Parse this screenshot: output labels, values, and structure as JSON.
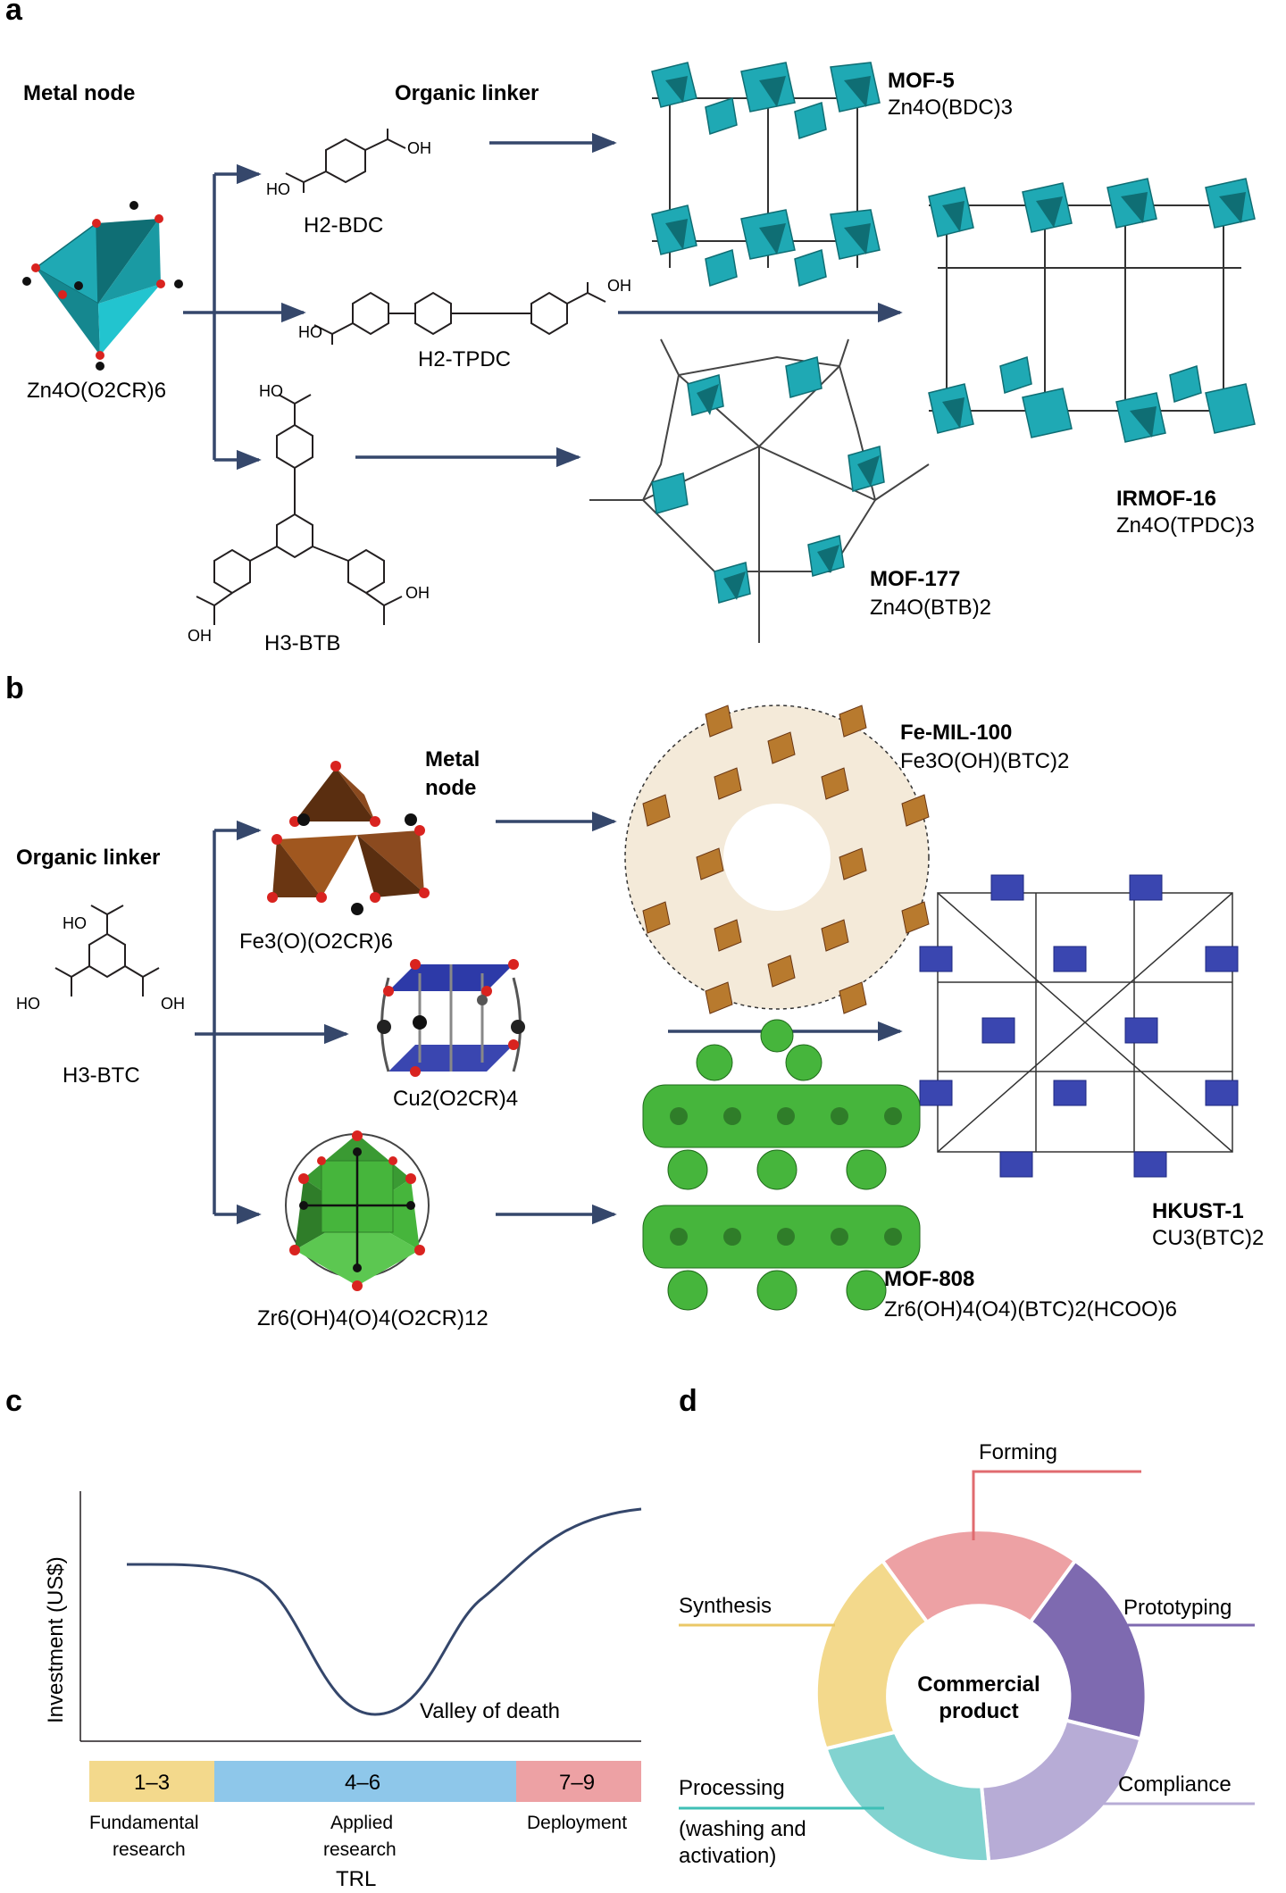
{
  "panels": {
    "a": "a",
    "b": "b",
    "c": "c",
    "d": "d"
  },
  "panel_a": {
    "metal_node_title": "Metal node",
    "organic_linker_title": "Organic linker",
    "node_formula": "Zn4O(O2CR)6",
    "linkers": [
      {
        "name": "H2-BDC",
        "oh": "OH",
        "ho": "HO"
      },
      {
        "name": "H2-TPDC",
        "oh": "OH",
        "ho": "HO"
      },
      {
        "name": "H3-BTB",
        "oh": "OH",
        "ho": "HO"
      }
    ],
    "mofs": [
      {
        "name": "MOF-5",
        "formula": "Zn4O(BDC)3"
      },
      {
        "name": "IRMOF-16",
        "formula": "Zn4O(TPDC)3"
      },
      {
        "name": "MOF-177",
        "formula": "Zn4O(BTB)2"
      }
    ],
    "colors": {
      "node": "#1fa9b4",
      "node_dark": "#0f6e74",
      "arrow": "#35476b"
    }
  },
  "panel_b": {
    "organic_linker_title": "Organic linker",
    "metal_node_title_1": "Metal",
    "metal_node_title_2": "node",
    "linker": {
      "name": "H3-BTC",
      "ho1": "HO",
      "ho2": "HO",
      "oh": "OH"
    },
    "nodes": [
      {
        "formula": "Fe3(O)(O2CR)6",
        "color": "#8b4a1f"
      },
      {
        "formula": "Cu2(O2CR)4",
        "color": "#3a46b0"
      },
      {
        "formula": "Zr6(OH)4(O)4(O2CR)12",
        "color": "#46b53c"
      }
    ],
    "mofs": [
      {
        "name": "Fe-MIL-100",
        "formula": "Fe3O(OH)(BTC)2"
      },
      {
        "name": "HKUST-1",
        "formula": "CU3(BTC)2"
      },
      {
        "name": "MOF-808",
        "formula": "Zr6(OH)4(O4)(BTC)2(HCOO)6"
      }
    ]
  },
  "panel_c": {
    "ylabel": "Investment (US$)",
    "xlabel": "TRL",
    "annotation": "Valley of death",
    "stages": [
      {
        "range": "1–3",
        "label_1": "Fundamental",
        "label_2": "research",
        "color": "#f3d98c"
      },
      {
        "range": "4–6",
        "label_1": "Applied",
        "label_2": "research",
        "color": "#8ec7ea"
      },
      {
        "range": "7–9",
        "label_1": "Deployment",
        "label_2": "",
        "color": "#eda1a4"
      }
    ],
    "curve_color": "#34466b"
  },
  "panel_d": {
    "center_1": "Commercial",
    "center_2": "product",
    "segments": [
      {
        "label": "Forming",
        "color": "#eda1a4",
        "line": "#e06b6f"
      },
      {
        "label": "Prototyping",
        "color": "#7e6ab0",
        "line": "#7e6ab0"
      },
      {
        "label": "Compliance",
        "color": "#b7acd6",
        "line": "#b7acd6"
      },
      {
        "label": "Processing",
        "label_2": "(washing and",
        "label_3": "activation)",
        "color": "#82d3d0",
        "line": "#3fbfb6"
      },
      {
        "label": "Synthesis",
        "color": "#f3d98c",
        "line": "#eac867"
      }
    ]
  }
}
